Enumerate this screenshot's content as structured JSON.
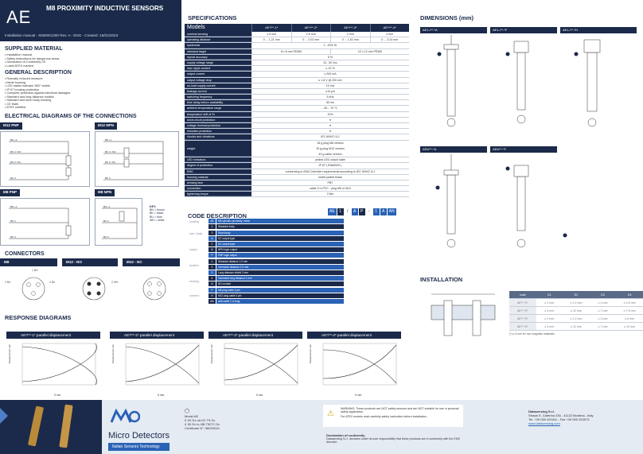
{
  "header": {
    "code": "AE",
    "title": "M8 PROXIMITY INDUCTIVE SENSORS",
    "subtitle": "Installation manual - 8260001300 Rev. A - ENG - Created: 16/01/2023"
  },
  "supplied": {
    "title": "SUPPLIED MATERIAL",
    "items": [
      "• Installation manual",
      "• Safety instructions for dangerous areas",
      "• Declaration of Conformity CE",
      "• Label ATEX marked"
    ]
  },
  "general": {
    "title": "GENERAL DESCRIPTION",
    "items": [
      "• Robustly reduced measure",
      "• Metal housing",
      "• LED status indicator 360° visible",
      "• IP 67 housing protection",
      "• Complete protection against electrical damages",
      "• Standard and long distance models",
      "• Standard and short body housing",
      "• CE Mark",
      "• ATEX certified"
    ]
  },
  "electrical": {
    "title": "ELECTRICAL DIAGRAMS OF THE CONNECTIONS",
    "boxes": [
      {
        "label": "M12 PNP",
        "wires": [
          "BN +1",
          "BK 4 / NO",
          "BK 2 / NC",
          "BU 3"
        ]
      },
      {
        "label": "M12 NPN",
        "wires": [
          "BN +1",
          "BK 4 / NO",
          "BK 2 / NC",
          "BU 3"
        ]
      },
      {
        "label": "M8 PNP",
        "wires": [
          "BN +1",
          "BK 4",
          "BU 3"
        ]
      },
      {
        "label": "M8 NPN",
        "wires": [
          "BN +1",
          "BK 4",
          "BU 3"
        ]
      }
    ],
    "key": {
      "title": "KEY:",
      "lines": [
        "BN = brown",
        "BK = black",
        "BU = blue",
        "WH = white"
      ]
    }
  },
  "connectors": {
    "title": "CONNECTORS",
    "tabs": [
      "M8",
      "M12 - NO",
      "M12 - NC"
    ],
    "pin_labels": [
      "3 BU",
      "4 BK",
      "1 BN",
      "2 WH"
    ]
  },
  "response": {
    "title": "RESPONSE DIAGRAMS",
    "charts": [
      {
        "title": "AE*/**-1* parallel displacement",
        "ylabel": "Displacement mm",
        "xlabel": "S mm"
      },
      {
        "title": "AE*/**-2* parallel displacement",
        "ylabel": "Displacement mm",
        "xlabel": "S mm"
      },
      {
        "title": "AE*/**-3* parallel displacement",
        "ylabel": "Displacement mm",
        "xlabel": "S mm"
      },
      {
        "title": "AE*/**-4* parallel displacement",
        "ylabel": "Displacement mm",
        "xlabel": "S mm"
      }
    ]
  },
  "spec": {
    "title": "SPECIFICATIONS",
    "models_label": "Models",
    "models": [
      "AE*/**-1*",
      "AE*/**-2*",
      "AE*/**-3*",
      "AE*/**-4*"
    ],
    "rows": [
      {
        "k": "nominal sensing",
        "v": [
          "1.5 mm",
          "2.5 mm",
          "2 mm",
          "4 mm"
        ]
      },
      {
        "k": "operating distance",
        "v": [
          "0 ... 1.21 mm",
          "0 ... 2.02 mm",
          "0 ... 1.62 mm",
          "0 ... 3.24 mm"
        ]
      },
      {
        "k": "hysteresis",
        "v": [
          "1...20% Sr"
        ]
      },
      {
        "k": "standard target",
        "v2": [
          "8 x 8 mm FE360",
          "12 x 12 mm FE360"
        ]
      },
      {
        "k": "repeat accuracy",
        "v": [
          "5 %"
        ]
      },
      {
        "k": "supply voltage range",
        "v": [
          "10...30 Vcc"
        ]
      },
      {
        "k": "max ripple content",
        "v": [
          "≤ 10 %"
        ]
      },
      {
        "k": "output current",
        "v": [
          "≤ 200 mA"
        ]
      },
      {
        "k": "output voltage drop",
        "v": [
          "≤ 1.8 V @ 200 mA"
        ]
      },
      {
        "k": "no-load supply current",
        "v": [
          "10 mA"
        ]
      },
      {
        "k": "leakage current",
        "v": [
          "≤10 µA"
        ]
      },
      {
        "k": "switching frequency",
        "v": [
          "3 kHz"
        ]
      },
      {
        "k": "time delay before availability",
        "v": [
          "50 ms"
        ]
      },
      {
        "k": "ambient temperature range",
        "v": [
          "-25....70 °C"
        ]
      },
      {
        "k": "temperature drift of Sr",
        "v": [
          "10%"
        ]
      },
      {
        "k": "short-circuit protection",
        "v": [
          "●"
        ]
      },
      {
        "k": "voltage reversal protection",
        "v": [
          "●"
        ]
      },
      {
        "k": "induction protection",
        "v": [
          "●"
        ]
      },
      {
        "k": "shocks and vibrations",
        "v": [
          "IEC 60947-5-2"
        ]
      },
      {
        "k": "weight",
        "v": [
          "16 g plug M8 version",
          "20 g plug M12 version",
          "43 g cable version"
        ]
      },
      {
        "k": "LED indicators",
        "v": [
          "yellow LED output state"
        ]
      },
      {
        "k": "degree of protection",
        "v": [
          "IP 67 ( EN60529 )"
        ]
      },
      {
        "k": "EMC",
        "v": [
          "conforming to EMC Directive requirements according to IEC 60947-5-2"
        ]
      },
      {
        "k": "housing material",
        "v": [
          "nickel-plated brass"
        ]
      },
      {
        "k": "sensing face",
        "v": [
          "PBT"
        ]
      },
      {
        "k": "connection",
        "v": [
          "cable 2 m PVC - plug M8 or M12"
        ]
      },
      {
        "k": "tightening torque",
        "v": [
          "3 Nm"
        ]
      }
    ]
  },
  "code": {
    "title": "CODE DESCRIPTION",
    "chips": [
      "AE",
      "1",
      "/",
      "A",
      "P",
      "-",
      "1",
      "A",
      "AN"
    ],
    "groups": [
      "housing",
      "size / body",
      "output",
      "function",
      "sensing",
      "connect."
    ],
    "rows": [
      {
        "c": "AE",
        "d": "M8 cylindric proximity, metal"
      },
      {
        "c": "1",
        "d": "Standard body"
      },
      {
        "c": "3",
        "d": "Short body"
      },
      {
        "c": "A",
        "d": "DC output type"
      },
      {
        "c": "C",
        "d": "DC output type"
      },
      {
        "c": "N",
        "d": "NPN logic output"
      },
      {
        "c": "P",
        "d": "PNP logic output"
      },
      {
        "c": "1",
        "d": "Standard distance 1.5 mm"
      },
      {
        "c": "2",
        "d": "Increased distance 2.5 mm"
      },
      {
        "c": "3",
        "d": "Long distance shield 2 mm"
      },
      {
        "c": "4",
        "d": "Increased long distance 4 mm"
      },
      {
        "c": "A",
        "d": "NO contact"
      },
      {
        "c": "F",
        "d": "M8 plug cable 4 pin"
      },
      {
        "c": "H",
        "d": "M12 plug cable 4 pin"
      },
      {
        "c": "AN",
        "d": "with cable 2 m long"
      }
    ]
  },
  "dimensions": {
    "title": "DIMENSIONS (mm)",
    "tabs": [
      "AE1-/**-*A",
      "AE1-/**-*F",
      "AE1-/**-*H",
      "AE6/**-*A",
      "AE6/**-*F"
    ]
  },
  "installation": {
    "title": "INSTALLATION",
    "table": {
      "head": [
        "code",
        "D1",
        "D2",
        "D3",
        "D4"
      ],
      "rows": [
        [
          "AE**-*1*",
          "≥ 1 mm",
          "≥ 1.2 mm",
          "≥ 1 mm",
          "≥ 4.5 mm"
        ],
        [
          "AE**-*2*",
          "≥ 4 mm",
          "≥ 12 mm",
          "≥ 7 mm",
          "≥ 7.5 mm"
        ],
        [
          "AE**-*3*",
          "≥ 2 mm",
          "≥ 1.2 mm",
          "≥ 2 mm",
          "≥ 6 mm"
        ],
        [
          "AE**-*4*",
          "≥ 4 mm",
          "≥ 12 mm",
          "≥ 7 mm",
          "≥ 12 mm"
        ]
      ],
      "note": "(*) ≥ 6 mm for non magnetic materials"
    }
  },
  "footer": {
    "brand": "Micro Detectors",
    "tagline": "Italian Sensors Technology",
    "model_lines": [
      "Model AE",
      "II 3G Ex nA IIC T5 Gc",
      "II 3D Ex tc IIIB T90°C Dc",
      "Certificate N°: 08020016"
    ],
    "warn1": "WARNING: These products are NOT safety sensors and are NOT suitable for use in personal safety application.",
    "warn2": "For ATEX models read carefully safety instruction before installation.",
    "decl_title": "Declaration of conformity",
    "decl_text": "Datasensing S.r.l. declares under its sole responsibility that these products are in conformity with the EMC directive.",
    "company": "Datasensing S.r.l.",
    "address": "Strada S. Caterina 235 - 41122 Modena - Italy",
    "phone": "Tel. +39 059 420411 - Fax +39 059 253973",
    "web": "www.datasensing.com"
  }
}
